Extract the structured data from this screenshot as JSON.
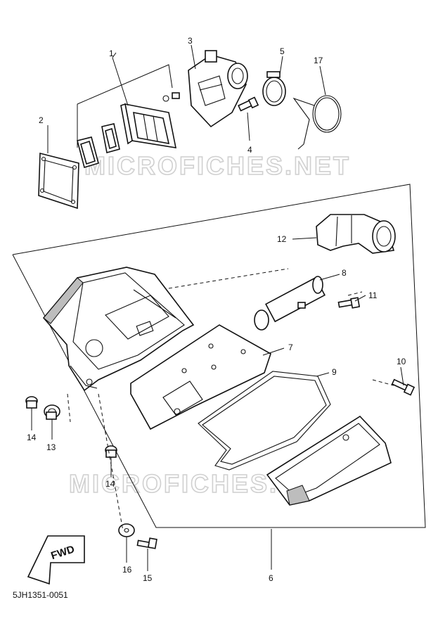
{
  "watermark": "MICROFICHES.NET",
  "diagram_code": "5JH1351-0051",
  "fwd_label": "FWD",
  "callouts": {
    "c1": "1",
    "c2": "2",
    "c3": "3",
    "c4": "4",
    "c5": "5",
    "c6": "6",
    "c7": "7",
    "c8": "8",
    "c9": "9",
    "c10": "10",
    "c11": "11",
    "c12": "12",
    "c13": "13",
    "c14a": "14",
    "c14b": "14",
    "c15": "15",
    "c16": "16",
    "c17": "17"
  }
}
